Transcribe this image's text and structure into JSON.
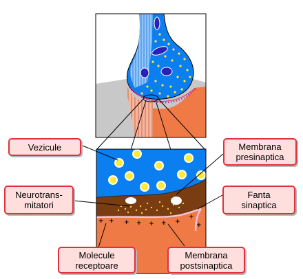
{
  "labels": {
    "vezicule": "Vezicule",
    "membrana_presinaptica": "Membrana\npresinaptica",
    "neurotransmitatori": "Neurotrans-\nmitatori",
    "fanta_sinaptica": "Fanta\nsinaptica",
    "molecule_receptoare": "Molecule\nreceptoare",
    "membrana_postsinaptica": "Membrana\npostsinaptica"
  },
  "colors": {
    "axon_blue": "#0b7ff0",
    "vesicle_yellow": "#ffe93a",
    "nucleus_purple": "#2b1fb8",
    "postsynaptic_orange": "#f07a45",
    "background_gray": "#c8c8c8",
    "cleft_brown": "#7a3d12",
    "receptor_magenta": "#c8328c",
    "label_fill": "#ffdede",
    "label_border": "#e0303a"
  }
}
